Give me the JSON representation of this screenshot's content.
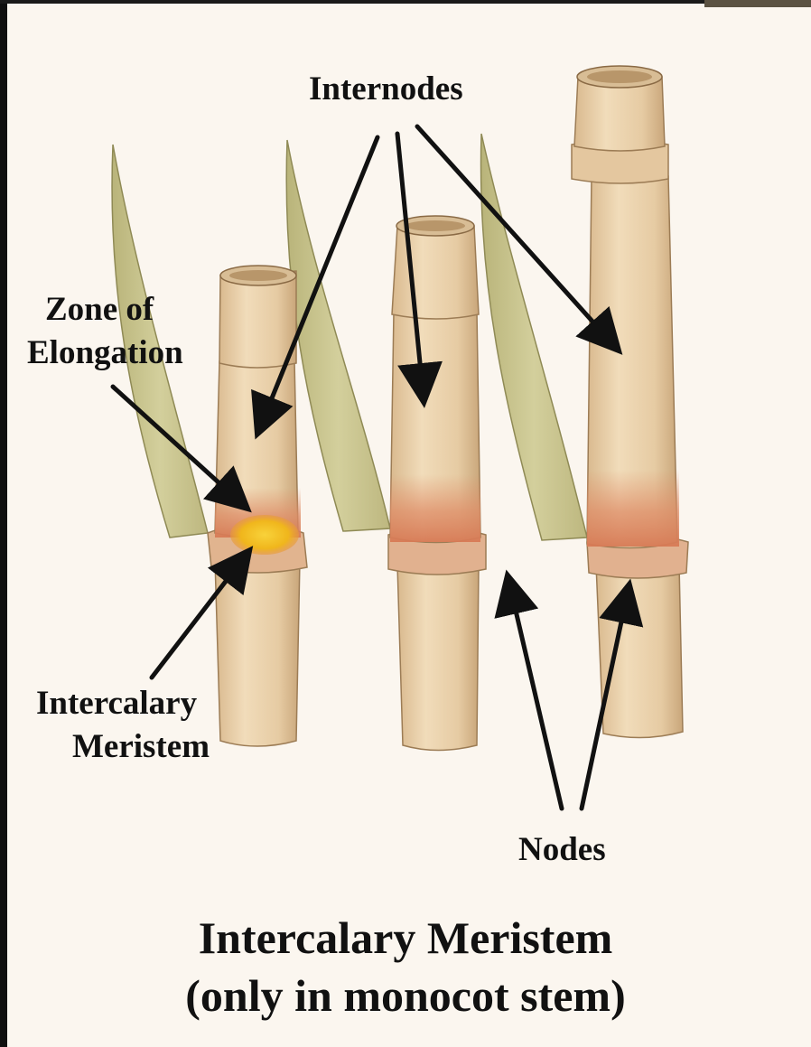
{
  "labels": {
    "internodes": "Internodes",
    "zone_line1": "Zone of",
    "zone_line2": "Elongation",
    "intercalary_line1": "Intercalary",
    "intercalary_line2": "Meristem",
    "nodes": "Nodes"
  },
  "caption": {
    "line1": "Intercalary Meristem",
    "line2": "(only in monocot stem)"
  },
  "colors": {
    "background": "#fbf6ef",
    "stem": "#e8cfa8",
    "leaf": "#c8c58f",
    "meristem_band": "#e0906a",
    "meristem_highlight": "#f2c21e",
    "arrow": "#111111"
  }
}
